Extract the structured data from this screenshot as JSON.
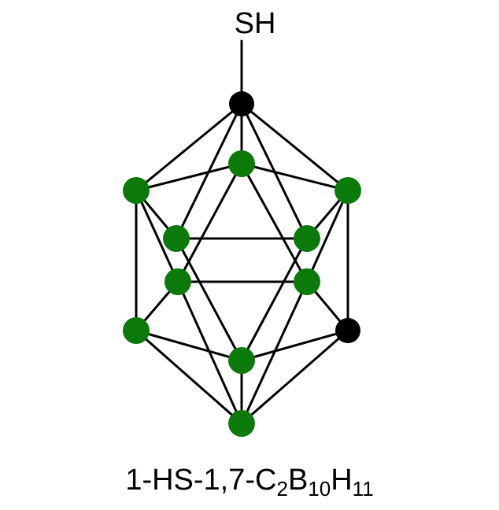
{
  "substituent_label": "SH",
  "caption": {
    "p1": "1-HS-1,7-C",
    "s1": "2",
    "p2": "B",
    "s2": "10",
    "p3": "H",
    "s3": "11"
  },
  "colors": {
    "boron": "#0b7a0b",
    "carbon": "#000000",
    "bond": "#000000"
  }
}
